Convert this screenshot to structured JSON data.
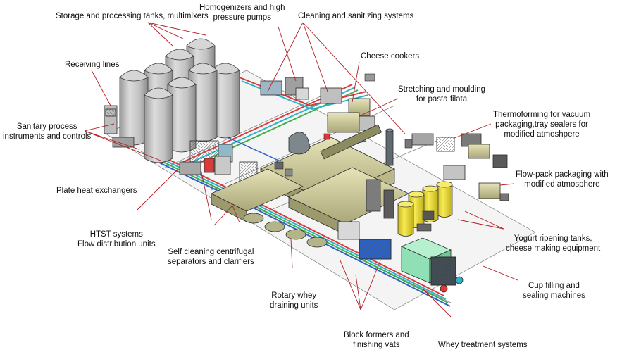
{
  "colors": {
    "leader": "#b01e22",
    "tank_gray": "#c8c8c8",
    "machine_olive": "#d9d7a6",
    "yellow_tank": "#f2e233",
    "green_cube": "#8fe0b4",
    "pipe_red": "#d93a3a",
    "pipe_cyan": "#2ab3c9",
    "pipe_green": "#3fae4a",
    "pipe_blue": "#2a62c9",
    "line_dark": "#2b2b2b"
  },
  "labels": {
    "storage_tanks": "Storage and processing tanks, multimixers",
    "homogenizers": [
      "Homogenizers and high",
      "pressure pumps"
    ],
    "cleaning": "Cleaning and sanitizing systems",
    "receiving": "Receiving lines",
    "cheese_cookers": "Cheese cookers",
    "stretching": [
      "Stretching and moulding",
      "for pasta filata"
    ],
    "sanitary": [
      "Sanitary process",
      "instruments and controls"
    ],
    "thermoforming": [
      "Thermoforming for vacuum",
      "packaging,tray sealers for",
      "modified atmoshpere"
    ],
    "flowpack": [
      "Flow-pack packaging with",
      "modified atmosphere"
    ],
    "plate_heat": "Plate heat exchangers",
    "yogurt": [
      "Yogurt ripening tanks,",
      "cheese making equipment"
    ],
    "htst": [
      "HTST systems",
      "Flow distribution units"
    ],
    "separators": [
      "Self cleaning centrifugal",
      "separators and clarifiers"
    ],
    "cup_filling": [
      "Cup filling and",
      "sealing machines"
    ],
    "rotary_whey": [
      "Rotary whey",
      "draining units"
    ],
    "block_formers": [
      "Block formers and",
      "finishing vats"
    ],
    "whey_treatment": "Whey treatment systems"
  }
}
